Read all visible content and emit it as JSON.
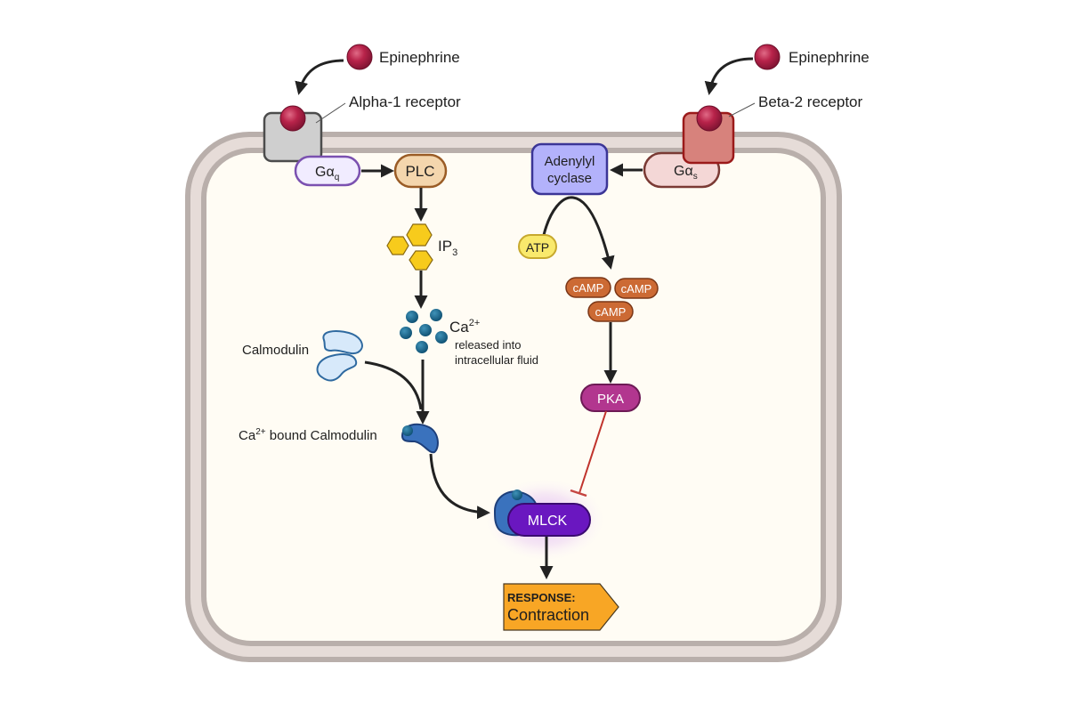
{
  "diagram": {
    "title": "Epinephrine signaling in smooth muscle",
    "colors": {
      "cytoplasm": "#fffcf4",
      "membrane_outer": "#b9afab",
      "membrane_inner": "#e6dcd8",
      "ligand": "#b8234a",
      "alpha_receptor": "#cfcfcf",
      "beta_receptor": "#d7827c",
      "gaq_fill": "#f1ecff",
      "gaq_stroke": "#7b51b0",
      "plc_fill": "#f4d6ad",
      "plc_stroke": "#9a5c26",
      "ac_fill": "#b3b2fb",
      "ac_stroke": "#3b3596",
      "gas_fill": "#f4d7d6",
      "gas_stroke": "#7a3a34",
      "ip3": "#f7cb1c",
      "ca": "#1a6a92",
      "atp_fill": "#f9e96c",
      "camp_fill": "#cc6a34",
      "pka_fill": "#b2368f",
      "mlck_fill": "#6a17c0",
      "calmodulin_fill": "#d7e9fa",
      "calmodulin_bound": "#3a72bd",
      "response_fill": "#f8a625",
      "inhibit": "#c0332c",
      "arrow": "#222222"
    },
    "left_pathway": {
      "ligand_label": "Epinephrine",
      "receptor_label": "Alpha-1 receptor",
      "g_protein": {
        "base": "Gα",
        "sub": "q"
      },
      "plc": "PLC",
      "ip3": {
        "base": "IP",
        "sub": "3"
      },
      "calcium": {
        "base": "Ca",
        "sup": "2+"
      },
      "calcium_note_line1": "released into",
      "calcium_note_line2": "intracellular fluid",
      "calmodulin": "Calmodulin",
      "bound_calmodulin": {
        "sup_prefix": "Ca",
        "sup": "2+",
        "rest": " bound Calmodulin"
      }
    },
    "right_pathway": {
      "ligand_label": "Epinephrine",
      "receptor_label": "Beta-2 receptor",
      "g_protein": {
        "base": "Gα",
        "sub": "s"
      },
      "adenylyl_line1": "Adenylyl",
      "adenylyl_line2": "cyclase",
      "atp": "ATP",
      "camp": [
        "cAMP",
        "cAMP",
        "cAMP"
      ],
      "pka": "PKA"
    },
    "mlck": "MLCK",
    "response": {
      "heading": "RESPONSE:",
      "value": "Contraction"
    }
  }
}
